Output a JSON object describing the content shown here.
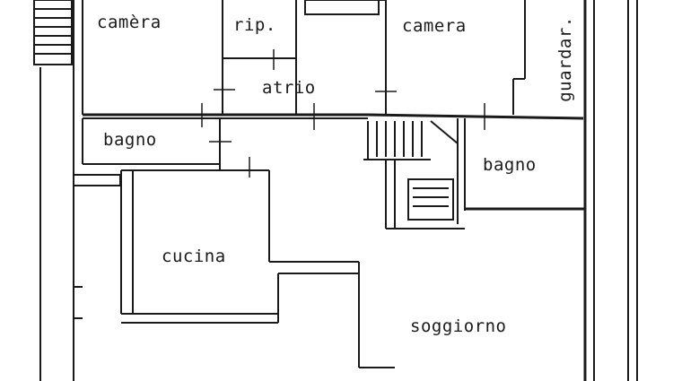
{
  "rooms": {
    "camera_left": "camèra",
    "ripostiglio": "rip.",
    "camera_right": "camera",
    "guardaroba": "guardar.",
    "atrio": "atrio",
    "bagno_left": "bagno",
    "bagno_right": "bagno",
    "cucina": "cucina",
    "soggiorno": "soggiorno"
  },
  "colors": {
    "ink": "#1a1a1a",
    "background": "#ffffff"
  }
}
